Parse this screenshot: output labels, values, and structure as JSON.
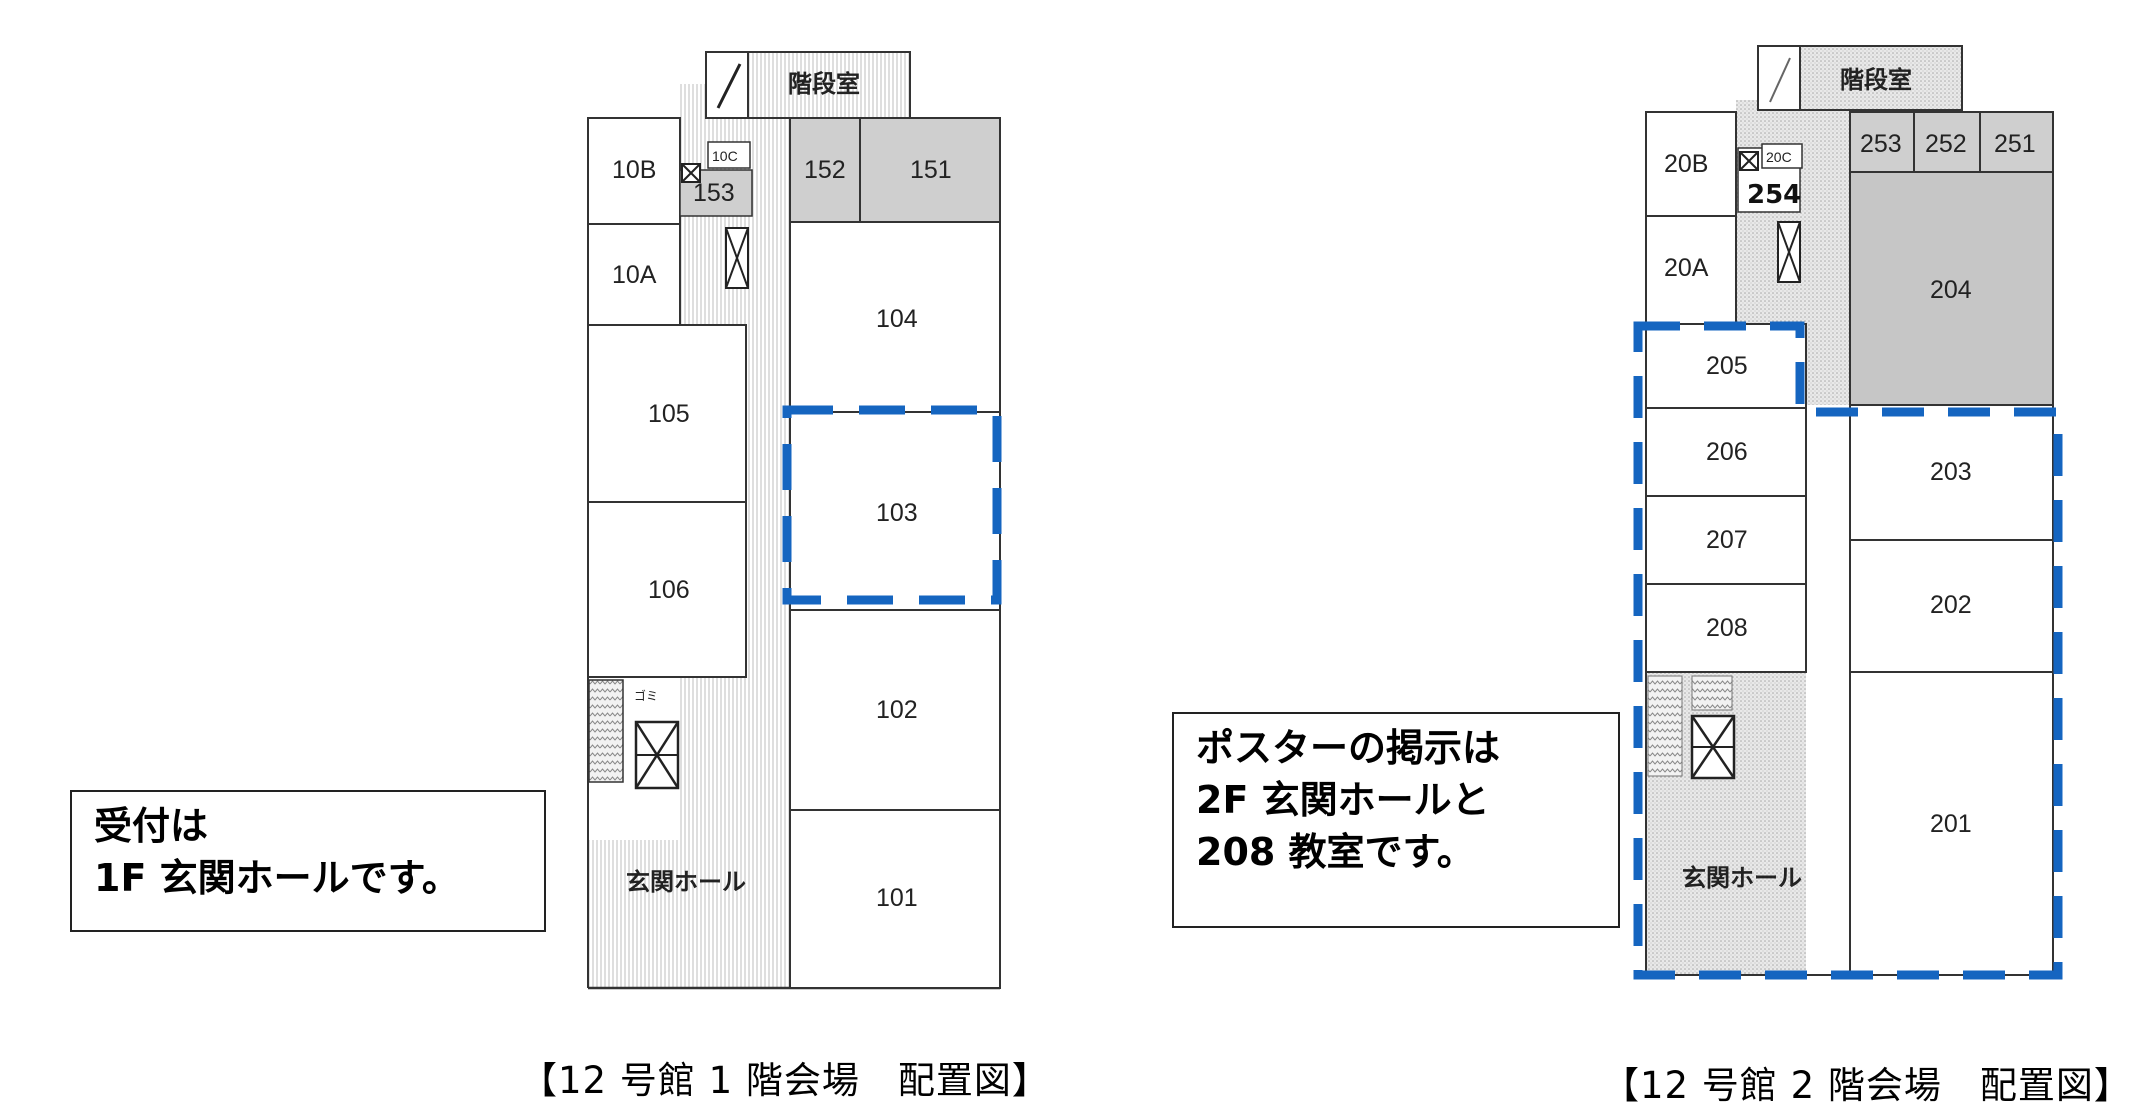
{
  "floor1": {
    "stair_label": "階段室",
    "rooms": {
      "r10B": "10B",
      "r10C": "10C",
      "r153": "153",
      "r10A": "10A",
      "r152": "152",
      "r151": "151",
      "r104": "104",
      "r105": "105",
      "r103": "103",
      "r106": "106",
      "r102": "102",
      "r101": "101"
    },
    "trash_label": "ゴミ",
    "hall_label": "玄関ホール",
    "callout": {
      "line1": "受付は",
      "line2": "1F 玄関ホールです。"
    },
    "caption": "【12 号館 1 階会場　配置図】"
  },
  "floor2": {
    "stair_label": "階段室",
    "rooms": {
      "r253": "253",
      "r252": "252",
      "r251": "251",
      "r20B": "20B",
      "r20C": "20C",
      "r254": "254",
      "r20A": "20A",
      "r204": "204",
      "r205": "205",
      "r206": "206",
      "r203": "203",
      "r207": "207",
      "r202": "202",
      "r208": "208",
      "r201": "201"
    },
    "hall_label": "玄関ホール",
    "callout": {
      "line1": "ポスターの掲示は",
      "line2": "2F 玄関ホールと",
      "line3": "208 教室です。"
    },
    "caption": "【12 号館 2 階会場　配置図】"
  },
  "colors": {
    "highlight": "#1565c0",
    "shaded_room": "#cfcfcf",
    "wall": "#333333"
  }
}
